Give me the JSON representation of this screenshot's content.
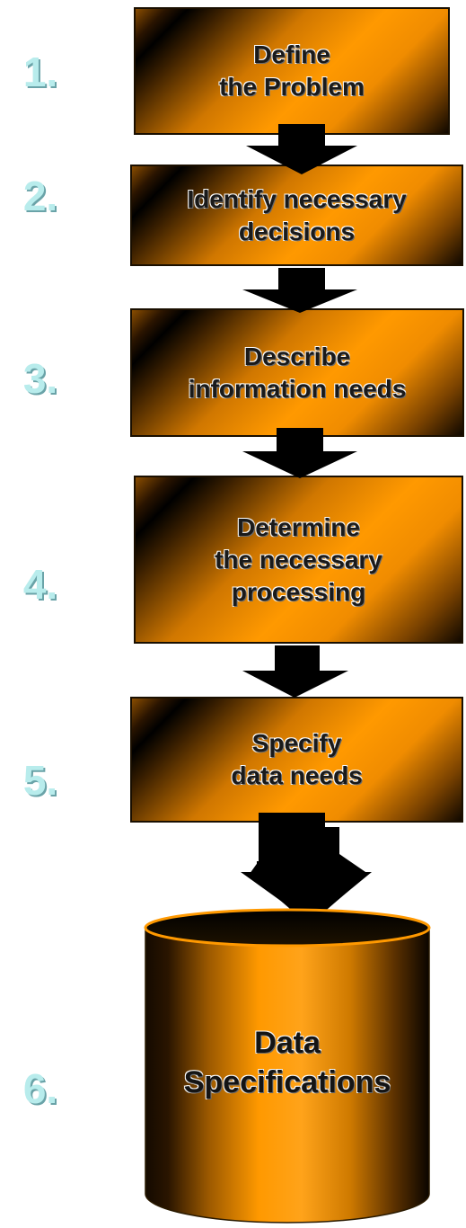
{
  "steps": [
    {
      "number": "1.",
      "label": "Define\nthe Problem"
    },
    {
      "number": "2.",
      "label": "Identify necessary\ndecisions"
    },
    {
      "number": "3.",
      "label": "Describe\ninformation needs"
    },
    {
      "number": "4.",
      "label": "Determine\nthe necessary\nprocessing"
    },
    {
      "number": "5.",
      "label": "Specify\ndata needs"
    }
  ],
  "final": {
    "number": "6.",
    "label": "Data\nSpecifications"
  },
  "colors": {
    "number_fill": "#b8ecec",
    "box_orange": "#ff9900",
    "arrow": "#000000",
    "cylinder_orange": "#ff9900"
  }
}
